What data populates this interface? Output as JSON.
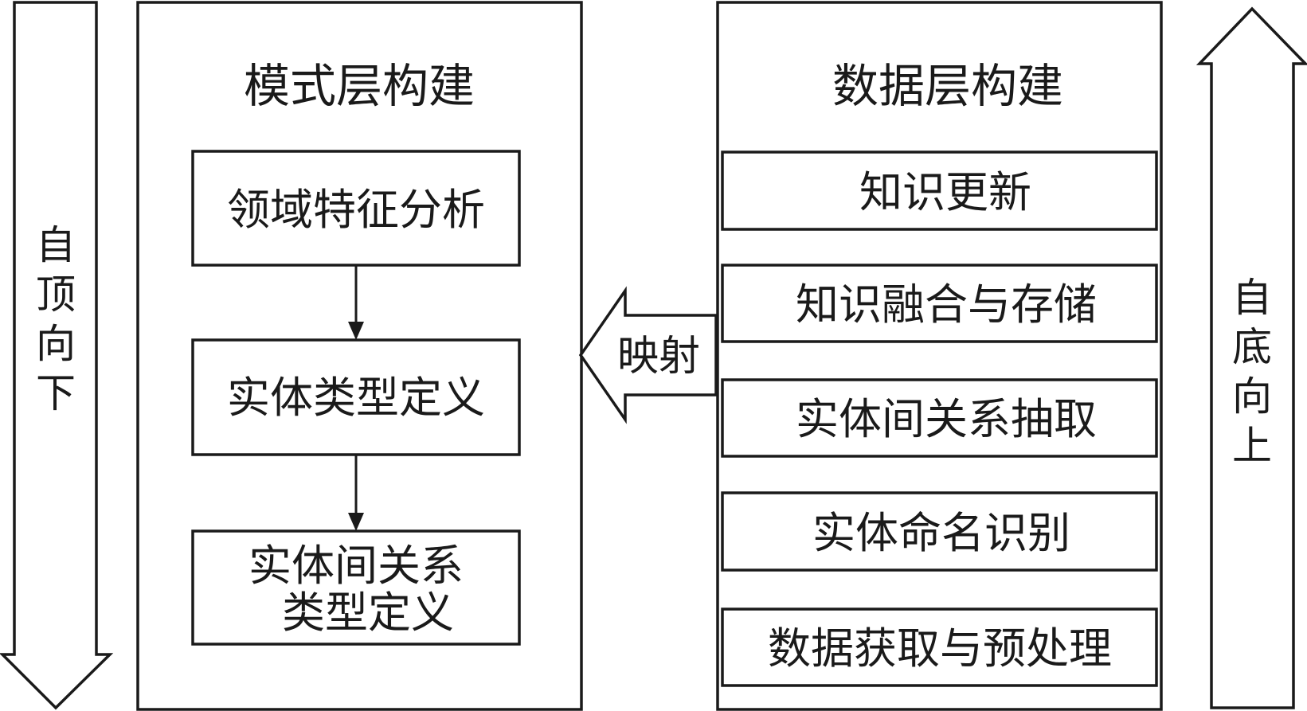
{
  "left_arrow": {
    "label_chars": [
      "自",
      "顶",
      "向",
      "下"
    ]
  },
  "right_arrow": {
    "label_chars": [
      "自",
      "底",
      "向",
      "上"
    ]
  },
  "schema_layer": {
    "title": "模式层构建",
    "steps": [
      {
        "lines": [
          "领域特征分析"
        ]
      },
      {
        "lines": [
          "实体类型定义"
        ]
      },
      {
        "lines": [
          "实体间关系",
          "类型定义"
        ]
      }
    ]
  },
  "data_layer": {
    "title": "数据层构建",
    "steps": [
      {
        "label": "知识更新"
      },
      {
        "label": "知识融合与存储"
      },
      {
        "label": "实体间关系抽取"
      },
      {
        "label": "实体命名识别"
      },
      {
        "label": "数据获取与预处理"
      }
    ]
  },
  "mapping_arrow": {
    "label": "映射"
  }
}
